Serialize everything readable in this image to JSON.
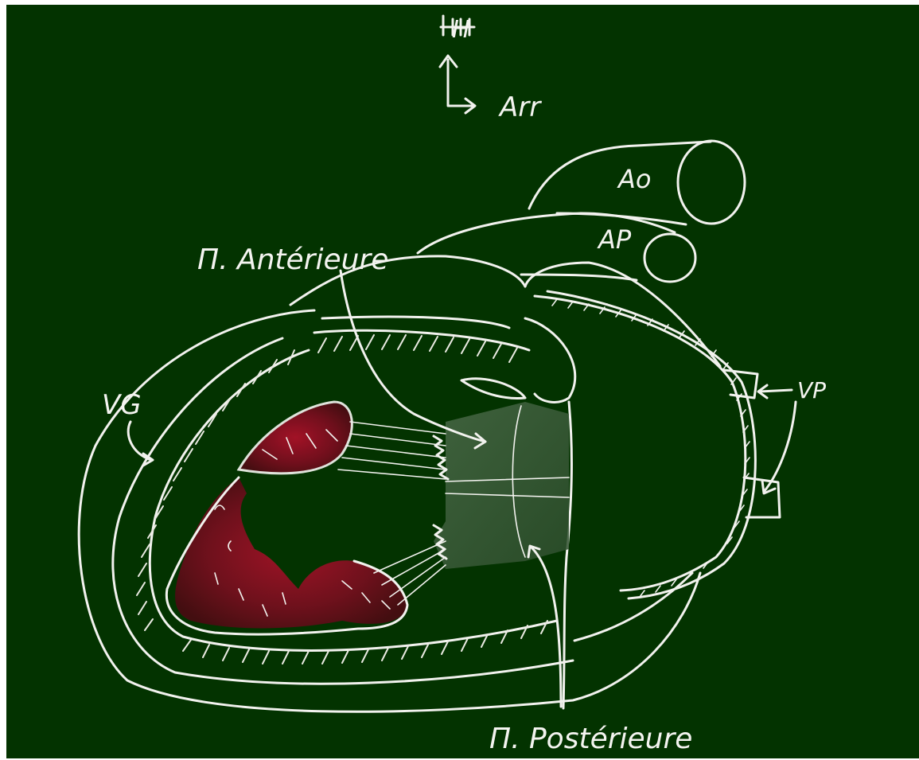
{
  "orientation": {
    "top_label": "H",
    "right_label": "Arr"
  },
  "labels": {
    "ao": "Ao",
    "ap": "AP",
    "vg": "VG",
    "vp": "VP",
    "pilier_anterieur": "Π. Antérieure",
    "pilier_posterieur": "Π. Postérieure"
  },
  "colors": {
    "board": "#033300",
    "chalk": "#f2f2ee",
    "infarct": "#8a0f22"
  }
}
